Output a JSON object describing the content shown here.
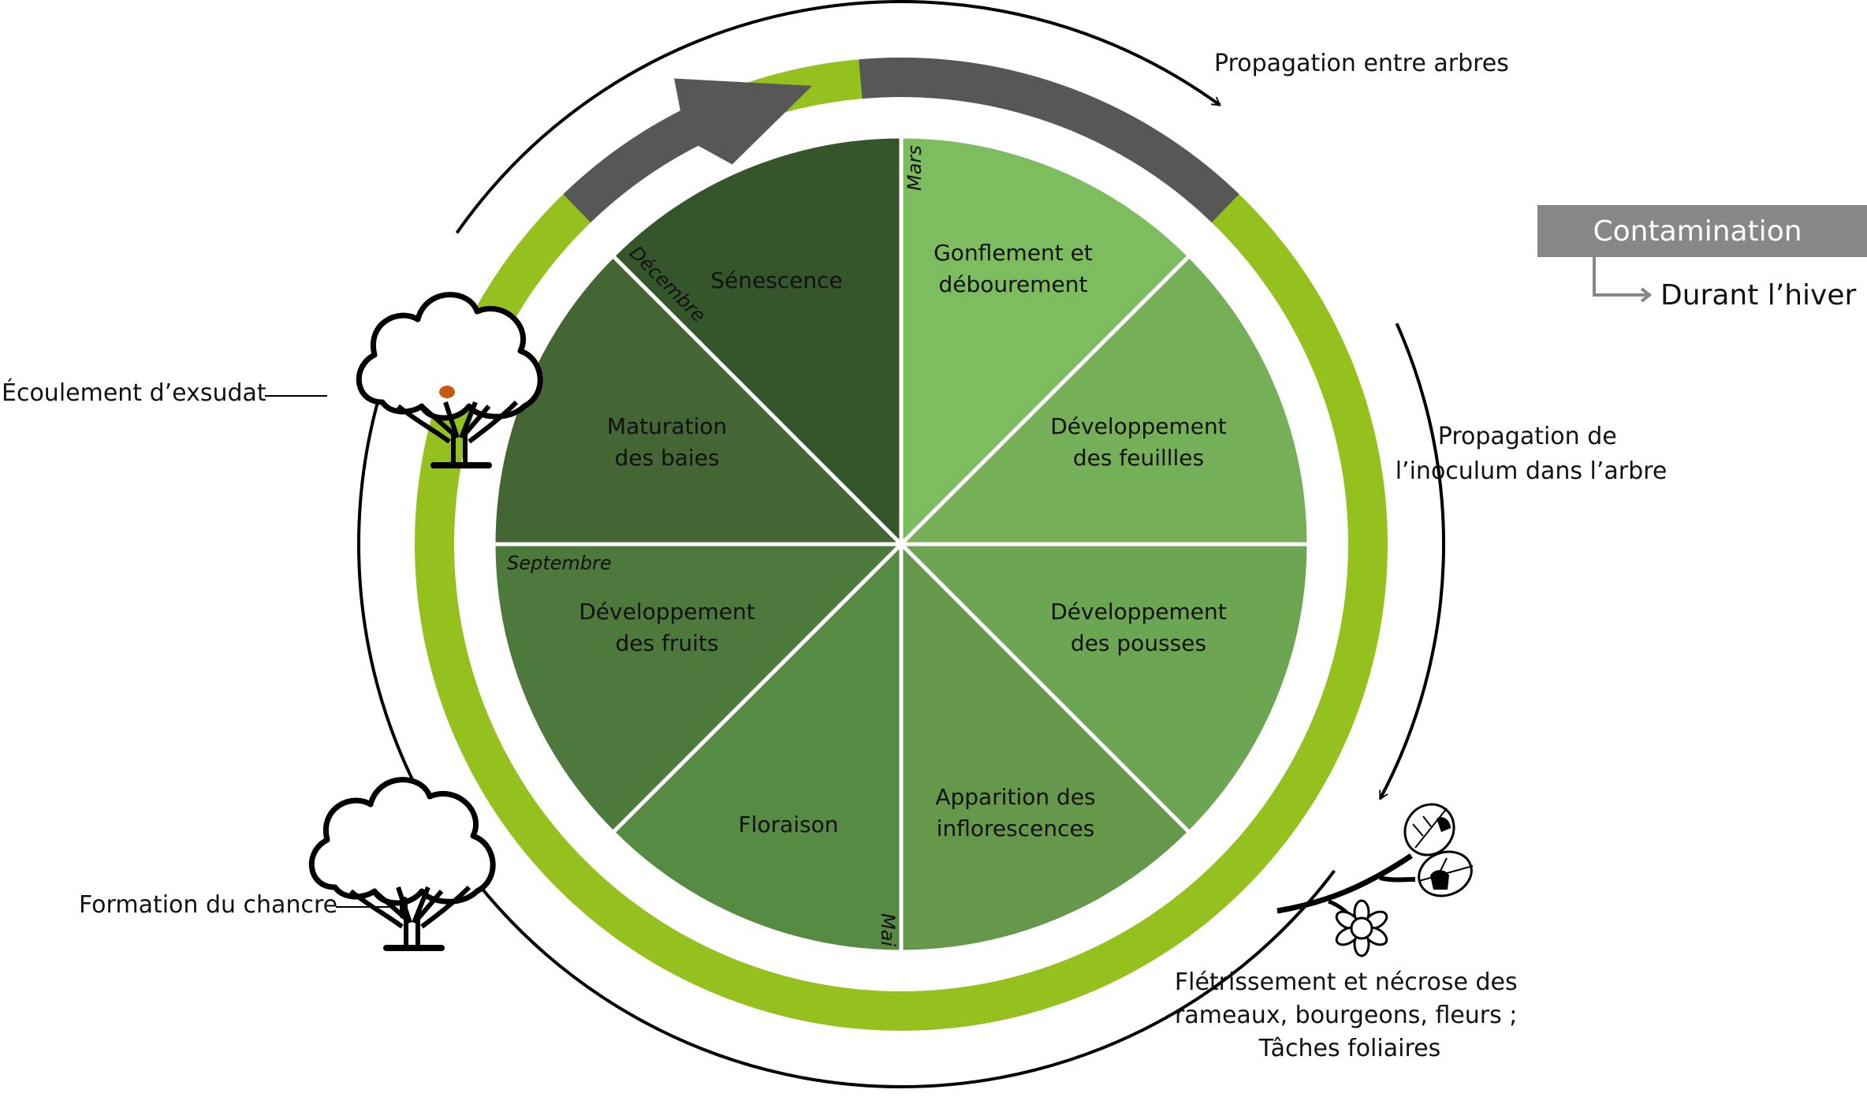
{
  "diagram": {
    "center_phases": [
      {
        "id": "gonflement",
        "lines": [
          "Gonflement et",
          "débourement"
        ],
        "color": "#7dbd5f"
      },
      {
        "id": "developpement-feuilles",
        "lines": [
          "Développement",
          "des feuillles"
        ],
        "color": "#75af57"
      },
      {
        "id": "developpement-pousses",
        "lines": [
          "Développement",
          "des pousses"
        ],
        "color": "#6da652"
      },
      {
        "id": "apparition-inflorescences",
        "lines": [
          "Apparition des",
          "inflorescences"
        ],
        "color": "#66984b"
      },
      {
        "id": "floraison",
        "lines": [
          "Floraison"
        ],
        "color": "#578a43"
      },
      {
        "id": "developpement-fruits",
        "lines": [
          "Développement",
          "des fruits"
        ],
        "color": "#4e793c"
      },
      {
        "id": "maturation-baies",
        "lines": [
          "Maturation",
          "des baies"
        ],
        "color": "#446634"
      },
      {
        "id": "senescence",
        "lines": [
          "Sénescence"
        ],
        "color": "#35552a"
      }
    ],
    "months": {
      "mars": "Mars",
      "mai": "Mai",
      "septembre": "Septembre",
      "decembre": "Décembre"
    },
    "cycle_labels": {
      "propagation_entre_arbres": "Propagation entre arbres",
      "propagation_inoculum": [
        "Propagation de",
        "l’inoculum dans l’arbre"
      ],
      "fletrissement": [
        "Flétrissement et nécrose des",
        "rameaux, bourgeons, fleurs ;",
        "Tâches foliaires"
      ],
      "formation_chancre": "Formation du chancre",
      "ecoulement_exsudat": "Écoulement d’exsudat"
    },
    "legend": {
      "box_label": "Contamination",
      "sub_label": "Durant l’hiver"
    },
    "colors": {
      "ring_green": "#95c11f",
      "contamination_gray": "#575757",
      "legend_gray": "#878787",
      "exsudat_orange": "#c55a11"
    }
  }
}
